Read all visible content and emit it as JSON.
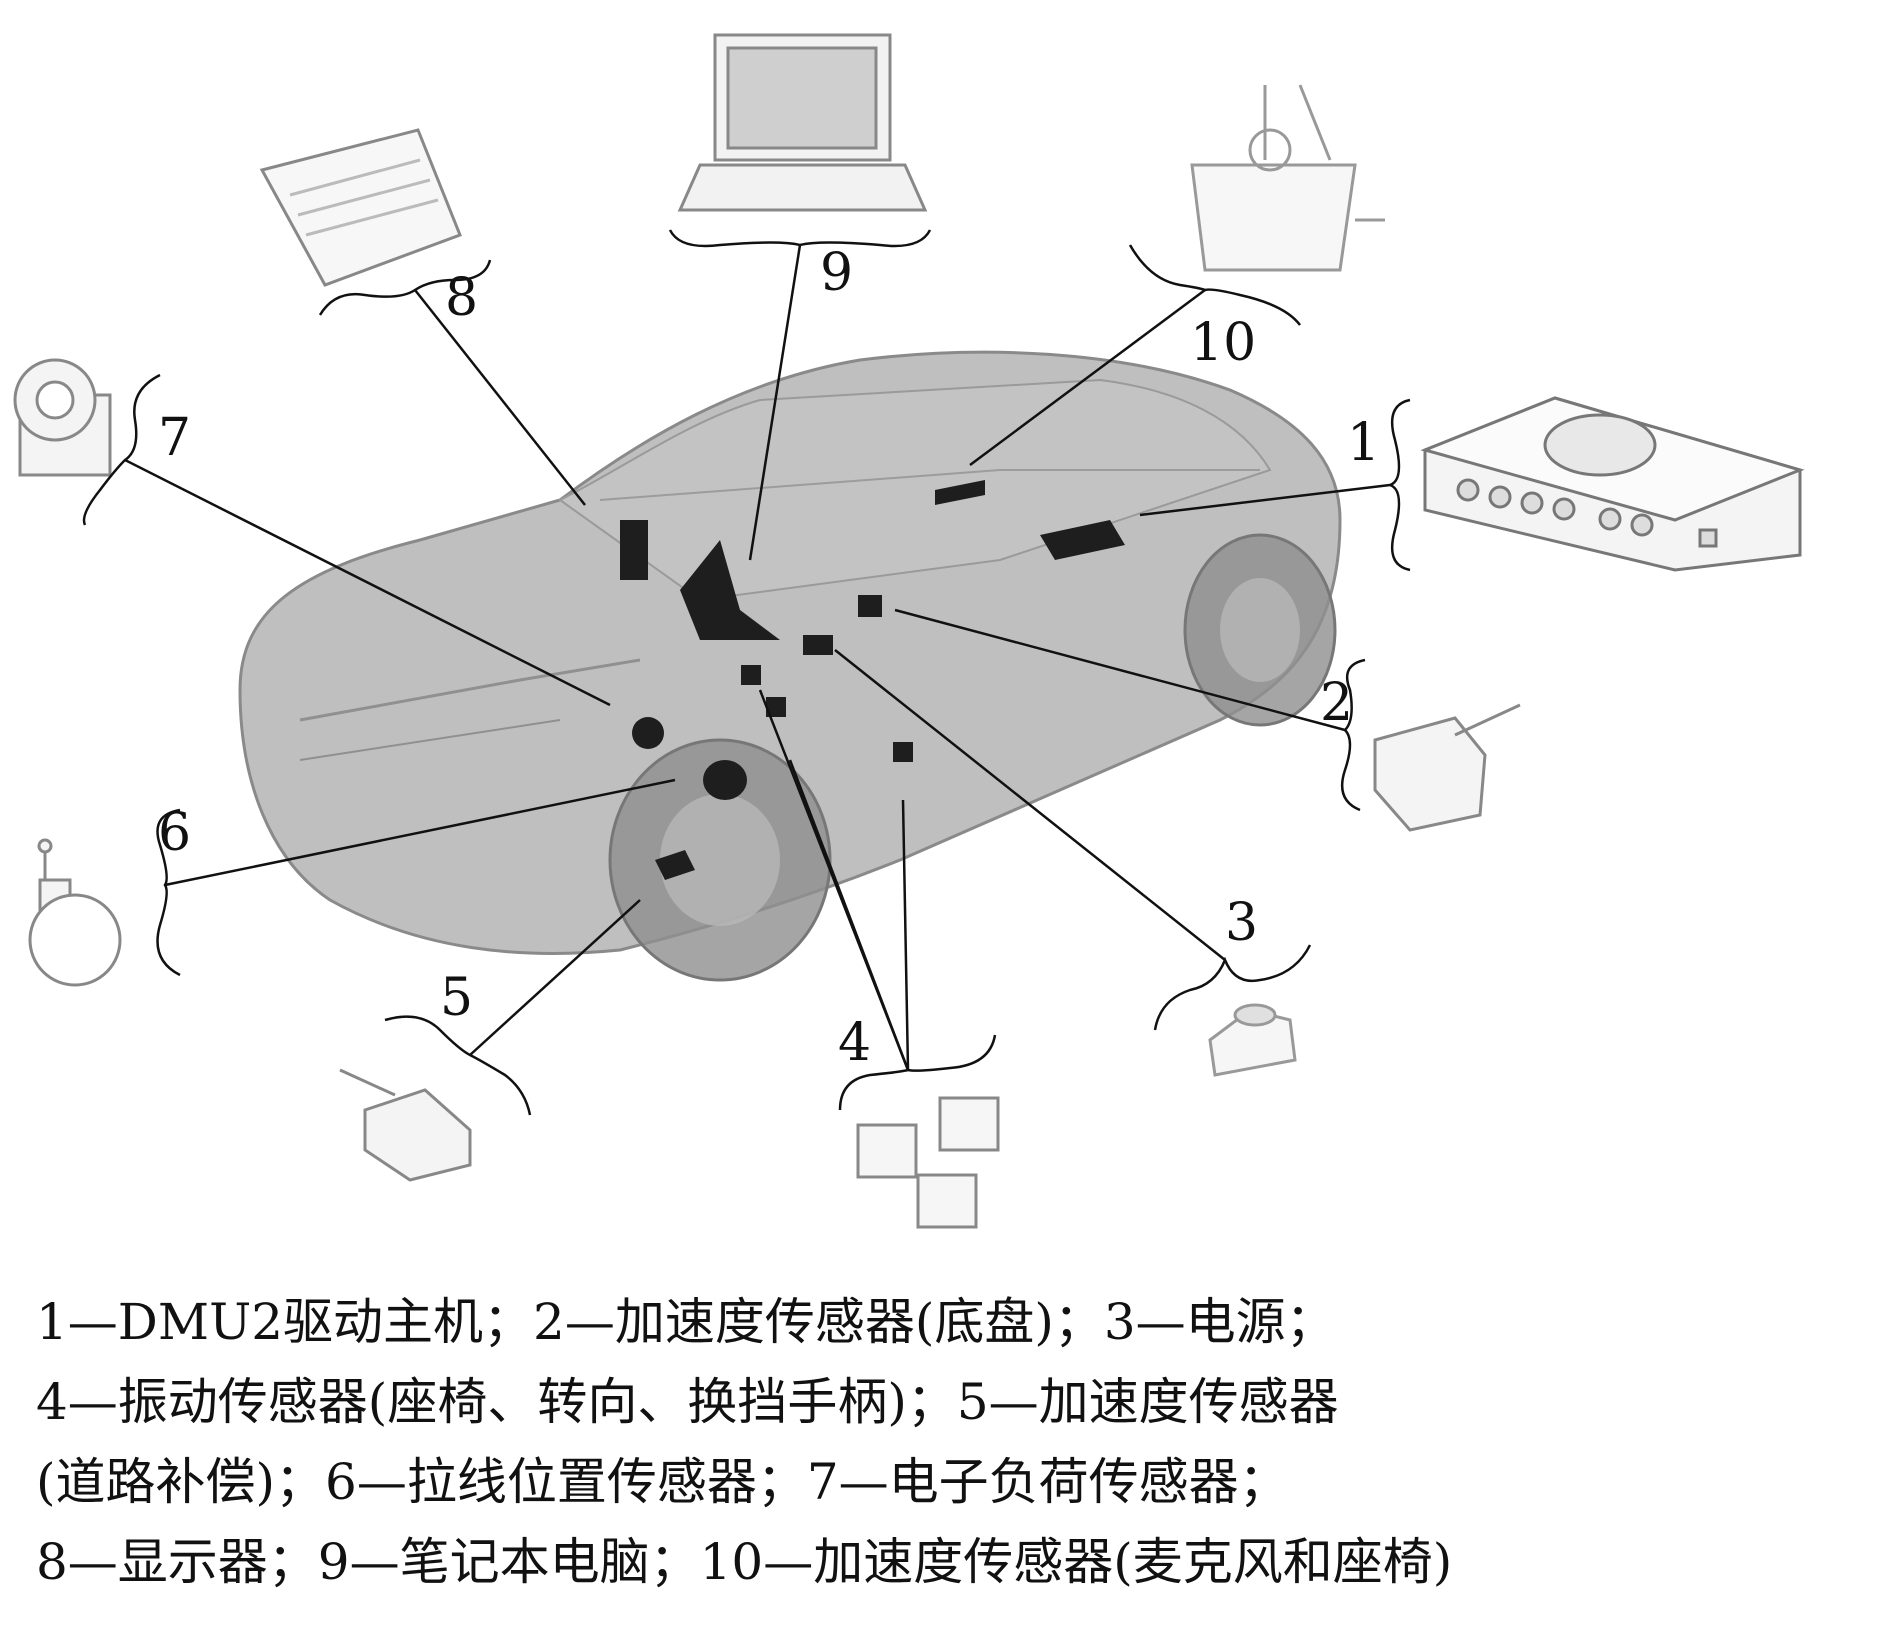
{
  "colors": {
    "car_fill": "#a9a9a9",
    "line": "#111111",
    "component": "#1e1e1e",
    "device_stroke": "#888888"
  },
  "callouts": [
    {
      "id": 1,
      "label": "1"
    },
    {
      "id": 2,
      "label": "2"
    },
    {
      "id": 3,
      "label": "3"
    },
    {
      "id": 4,
      "label": "4"
    },
    {
      "id": 5,
      "label": "5"
    },
    {
      "id": 6,
      "label": "6"
    },
    {
      "id": 7,
      "label": "7"
    },
    {
      "id": 8,
      "label": "8"
    },
    {
      "id": 9,
      "label": "9"
    },
    {
      "id": 10,
      "label": "10"
    }
  ],
  "caption": {
    "lines": [
      "1—DMU2驱动主机；2—加速度传感器(底盘)；3—电源；",
      "4—振动传感器(座椅、转向、换挡手柄)；5—加速度传感器",
      "(道路补偿)；6—拉线位置传感器；7—电子负荷传感器；",
      "8—显示器；9—笔记本电脑；10—加速度传感器(麦克风和座椅)"
    ]
  },
  "icons": [
    "car-wireframe-icon",
    "dmu2-unit-icon",
    "accelerometer-icon",
    "power-supply-icon",
    "vibration-sensor-icon",
    "string-pot-sensor-icon",
    "current-clamp-icon",
    "display-tablet-icon",
    "laptop-icon",
    "microphone-seat-sensor-icon"
  ]
}
